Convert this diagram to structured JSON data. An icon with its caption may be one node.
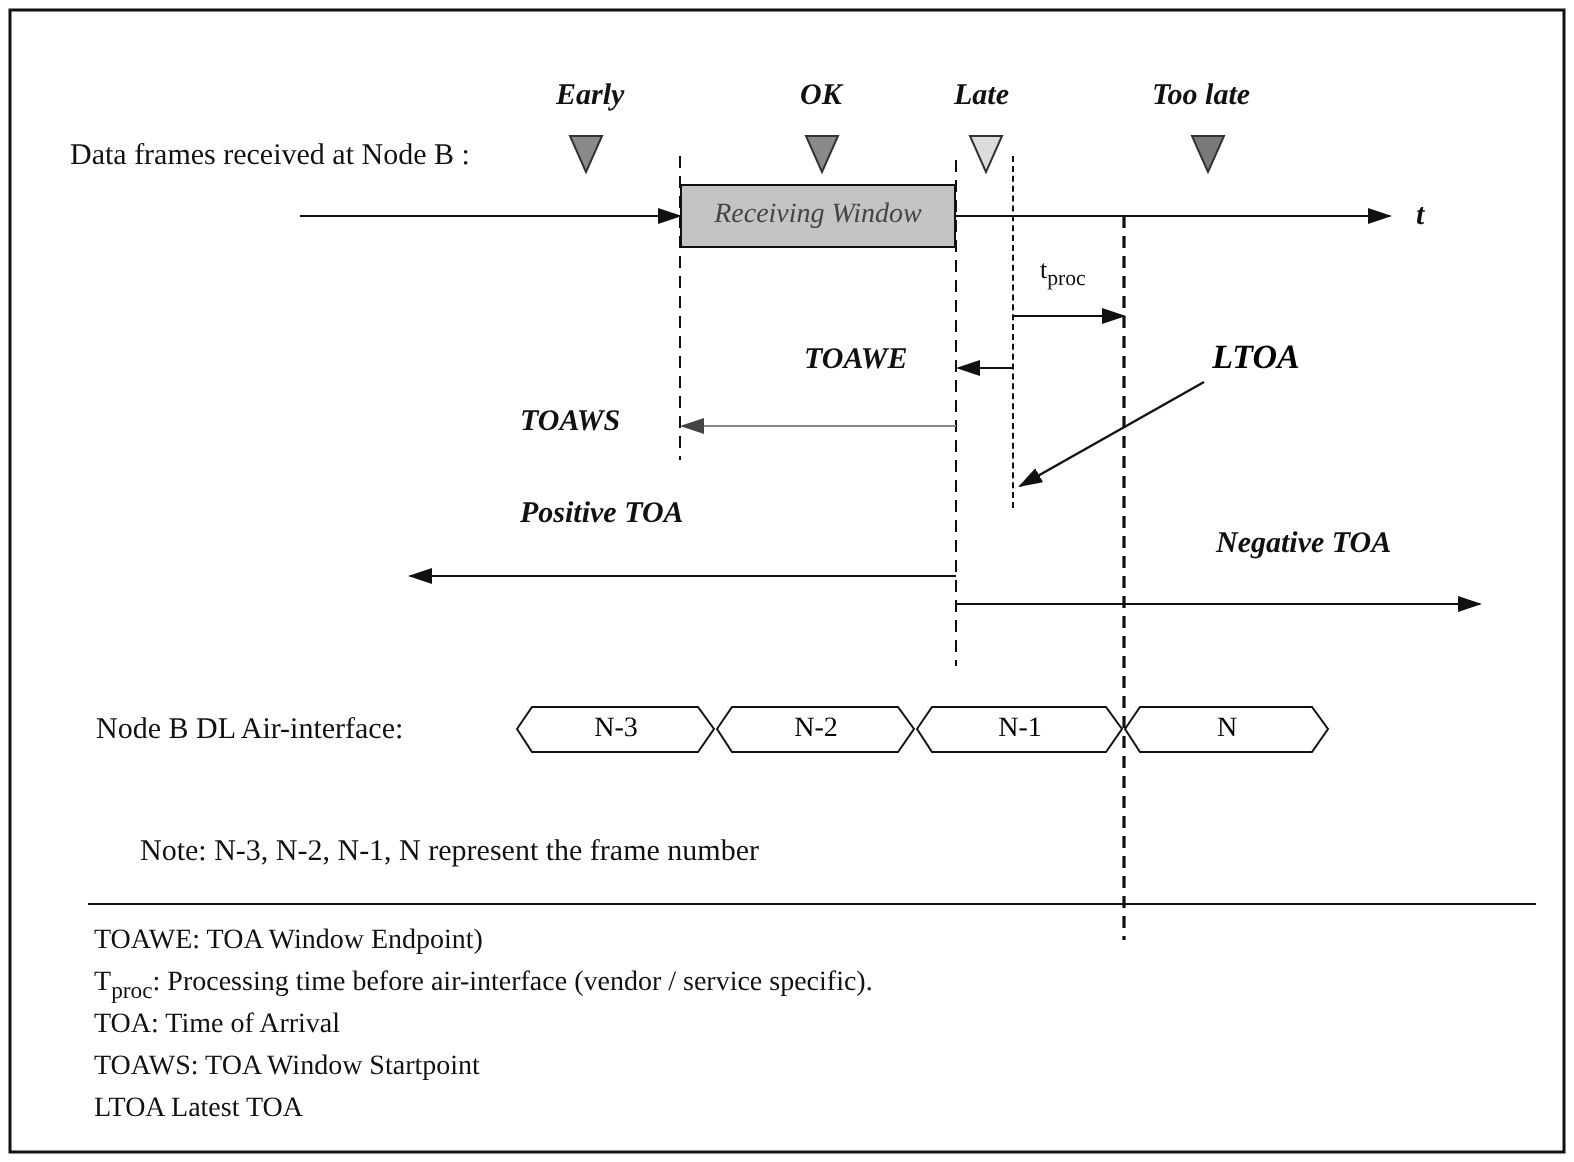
{
  "diagram": {
    "nodes": [
      {
        "text": [
          "Receiving Window"
        ]
      },
      {
        "text": [
          "N-3"
        ]
      },
      {
        "text": [
          "N-2"
        ]
      },
      {
        "text": [
          "N-1"
        ]
      },
      {
        "text": [
          "N"
        ]
      },
      {
        "text": [
          "LTOA"
        ]
      },
      {
        "text": [],
        "shape": "line"
      }
    ],
    "edges": [
      {
        "from": 5,
        "to": 6,
        "arrow": "to"
      }
    ],
    "labels": [
      "Early",
      "OK",
      "Late",
      "Too late",
      "Data frames received at Node B :",
      "t",
      "t$_{proc}$",
      "TOAWE",
      "TOAWS",
      "Positive TOA",
      "Negative TOA",
      "Node B DL Air-interface:",
      "Note: N-3, N-2, N-1, N represent the frame number",
      "TOAWE: TOA Window Endpoint)",
      "T$_{proc}$: Processing time before air-interface (vendor / service specific).",
      "TOA: Time of Arrival",
      "TOAWS: TOA Window Startpoint",
      "LTOA Latest TOA"
    ]
  }
}
